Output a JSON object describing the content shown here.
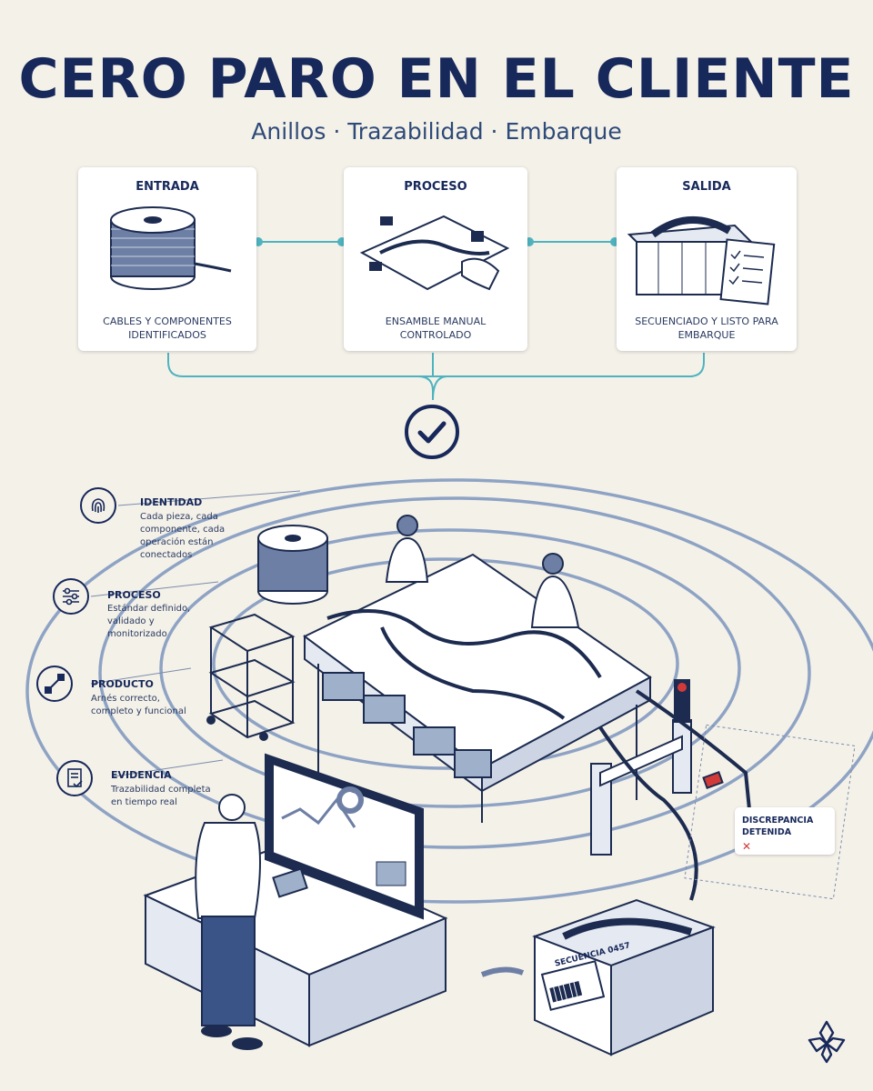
{
  "header": {
    "title": "CERO PARO EN EL CLIENTE",
    "subtitle": "Anillos · Trazabilidad · Embarque"
  },
  "flow": {
    "steps": [
      {
        "title": "ENTRADA",
        "caption": "CABLES Y COMPONENTES IDENTIFICADOS",
        "icon": "cable-spool-icon"
      },
      {
        "title": "PROCESO",
        "caption": "ENSAMBLE MANUAL CONTROLADO",
        "icon": "assembly-board-icon"
      },
      {
        "title": "SALIDA",
        "caption": "SECUENCIADO Y LISTO PARA EMBARQUE",
        "icon": "shipping-crate-icon"
      }
    ],
    "result_icon": "check-circle-icon"
  },
  "rings": [
    {
      "title": "IDENTIDAD",
      "desc": "Cada pieza, cada componente, cada operación están conectados",
      "icon": "fingerprint-icon"
    },
    {
      "title": "PROCESO",
      "desc": "Estándar definido, validado y monitorizado",
      "icon": "sliders-icon"
    },
    {
      "title": "PRODUCTO",
      "desc": "Arnés correcto, completo y funcional",
      "icon": "harness-icon"
    },
    {
      "title": "EVIDENCIA",
      "desc": "Trazabilidad completa en tiempo real",
      "icon": "document-check-icon"
    }
  ],
  "scene": {
    "callout": "DISCREPANCIA DETENIDA",
    "crate_label": "SECUENCIA 0457",
    "logo_icon": "brand-logo-icon"
  },
  "colors": {
    "navy": "#17285a",
    "teal": "#4fb3bf",
    "ring": "#8ea3c4",
    "alert": "#d23a3a",
    "background": "#f4f1e9"
  }
}
